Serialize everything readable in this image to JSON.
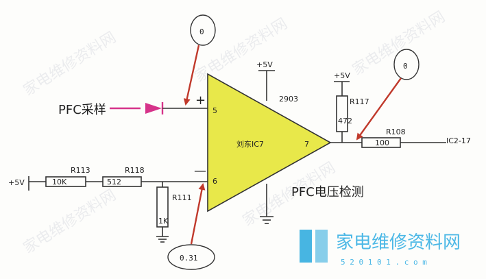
{
  "diagram": {
    "op_amp": {
      "label": "刘东IC7",
      "model": "2903",
      "pin_plus": "5",
      "pin_minus": "6",
      "pin_out": "7",
      "plus_sign": "+",
      "minus_sign": "—"
    },
    "supply_top": "+5V",
    "supply_left": "+5V",
    "supply_r117": "+5V",
    "input_label": "PFC采样",
    "title": "PFC电压检测",
    "output_label": "IC2-17",
    "resistors": {
      "r113": {
        "name": "R113",
        "value": "10K"
      },
      "r118": {
        "name": "R118",
        "value": "512"
      },
      "r111": {
        "name": "R111",
        "value": "1K"
      },
      "r117": {
        "name": "R117",
        "value": "472"
      },
      "r108": {
        "name": "R108",
        "value": "100"
      }
    },
    "annotations": {
      "pin5_voltage": "0",
      "pin6_voltage": "0.31",
      "out_voltage": "0"
    },
    "colors": {
      "opamp_fill": "#e8e84a",
      "diode": "#d6338a",
      "arrow": "#c0392b"
    }
  },
  "watermark": {
    "text": "家电维修资料网",
    "url": "5 2 0 1 0 1 . c o m"
  }
}
